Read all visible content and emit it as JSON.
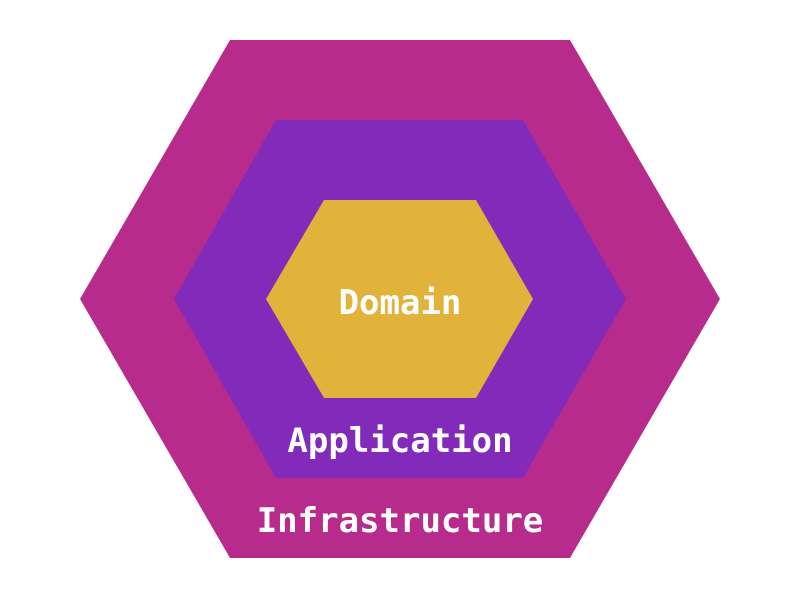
{
  "diagram": {
    "layers": [
      {
        "id": "infrastructure",
        "label": "Infrastructure",
        "color": "#B62B8B"
      },
      {
        "id": "application",
        "label": "Application",
        "color": "#822ABA"
      },
      {
        "id": "domain",
        "label": "Domain",
        "color": "#E2B33A"
      }
    ]
  }
}
